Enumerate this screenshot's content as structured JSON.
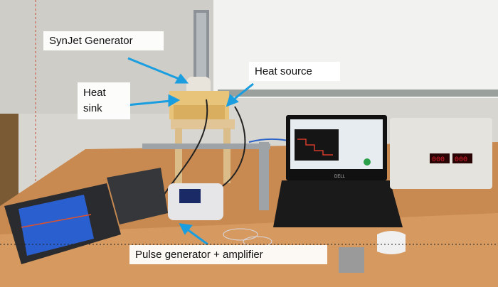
{
  "annotations": {
    "synjet": "SynJet Generator",
    "heat_source": "Heat source",
    "heat_sink": "Heat sink",
    "pulse": "Pulse generator + amplifier"
  },
  "laptop_brand": "DELL",
  "power_supply": {
    "readout_a": "000",
    "readout_b": "000"
  },
  "colors": {
    "arrow": "#1a9ee0",
    "wall": "#d8d6d0",
    "whiteboard": "#f2f3f1",
    "table": "#c98a52",
    "oscilloscope_screen": "#2a5fd0",
    "power_supply_display": "#e0202a",
    "laptop_screen_bg": "#e6ecf0",
    "laptop_plot_line": "#d23a2a"
  },
  "icons": [
    "arrow-icon"
  ]
}
